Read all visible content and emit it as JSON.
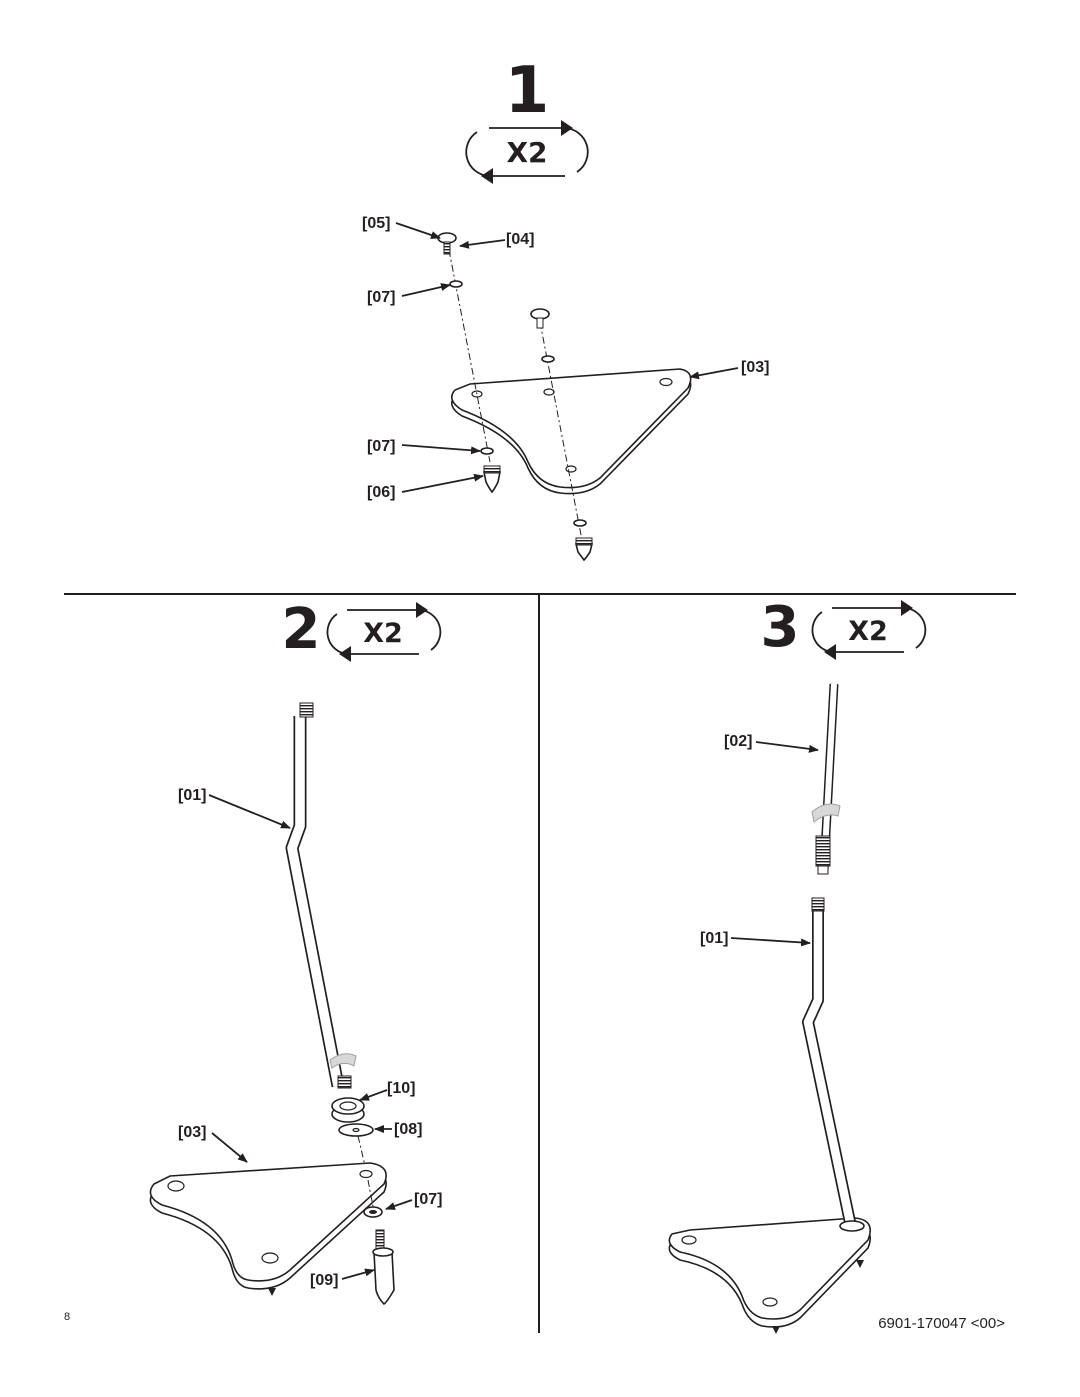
{
  "step1": {
    "number": "1",
    "repeat": "X2"
  },
  "step2": {
    "number": "2",
    "repeat": "X2"
  },
  "step3": {
    "number": "3",
    "repeat": "X2"
  },
  "labels": {
    "s1_05": "[05]",
    "s1_04": "[04]",
    "s1_07a": "[07]",
    "s1_03": "[03]",
    "s1_07b": "[07]",
    "s1_06": "[06]",
    "s2_01": "[01]",
    "s2_10": "[10]",
    "s2_03": "[03]",
    "s2_08": "[08]",
    "s2_07": "[07]",
    "s2_09": "[09]",
    "s3_02": "[02]",
    "s3_01": "[01]"
  },
  "footer": {
    "page_number": "8",
    "doc_code": "6901-170047 <00>"
  }
}
